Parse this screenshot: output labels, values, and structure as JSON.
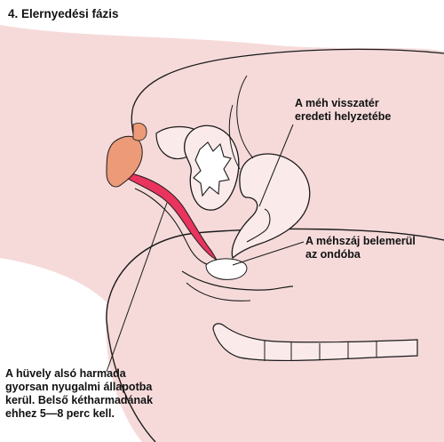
{
  "title": "4. Elernyedési fázis",
  "labels": {
    "uterus": [
      "A méh visszatér",
      "eredeti helyzetébe"
    ],
    "cervix": [
      "A méhszáj belemerül",
      "az ondóba"
    ],
    "vagina": [
      "A hüvely alsó harmada",
      "gyorsan nyugalmi állapotba",
      "kerül. Belső kétharmadának",
      "ehhez 5—8 perc kell."
    ]
  },
  "colors": {
    "skin": "#f6dada",
    "interior": "#fbeaea",
    "outline": "#1a1a1a",
    "vaginal_red": "#e8345e",
    "labia_orange": "#ec9a78",
    "semen": "#ffffff"
  }
}
